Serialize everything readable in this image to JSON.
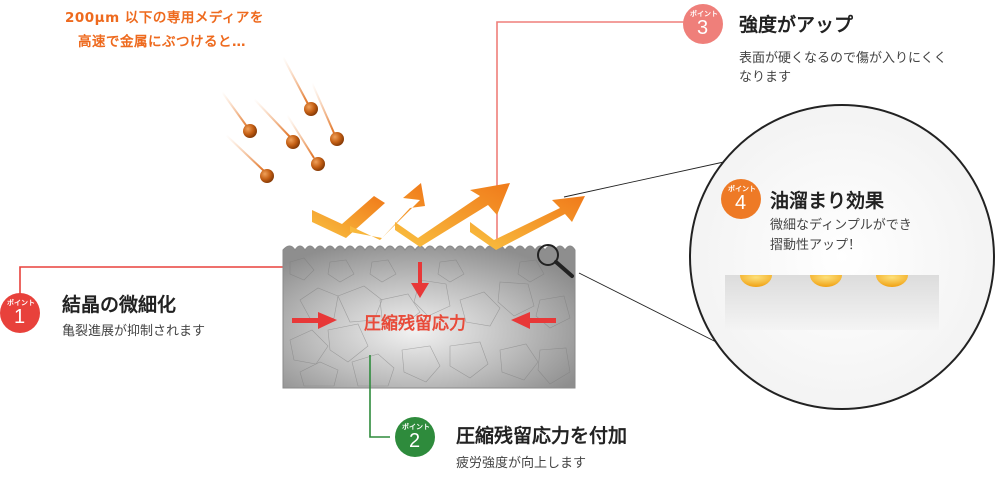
{
  "media_text": {
    "line1": "200μm 以下の専用メディアを",
    "line2": "高速で金属にぶつけると…"
  },
  "points": [
    {
      "badge_word": "ポイント",
      "number": "1",
      "title": "結晶の微細化",
      "desc": "亀裂進展が抑制されます",
      "color": "#e8413b"
    },
    {
      "badge_word": "ポイント",
      "number": "2",
      "title": "圧縮残留応力を付加",
      "desc": "疲労強度が向上します",
      "color": "#2e8b3c"
    },
    {
      "badge_word": "ポイント",
      "number": "3",
      "title": "強度がアップ",
      "desc": "表面が硬くなるので傷が入りにくく",
      "desc2": "なります",
      "color": "#ef7f7a"
    },
    {
      "badge_word": "ポイント",
      "number": "4",
      "title": "油溜まり効果",
      "desc": "微細なディンプルができ",
      "desc2": "摺動性アップ！",
      "color": "#ee7a26"
    }
  ],
  "center_label": "圧縮残留応力",
  "colors": {
    "media_orange": "#ee6a1e",
    "arrow_red": "#e83838",
    "metal_gray": "#b8b8b8",
    "oil_yellow": "#f5b21c"
  }
}
